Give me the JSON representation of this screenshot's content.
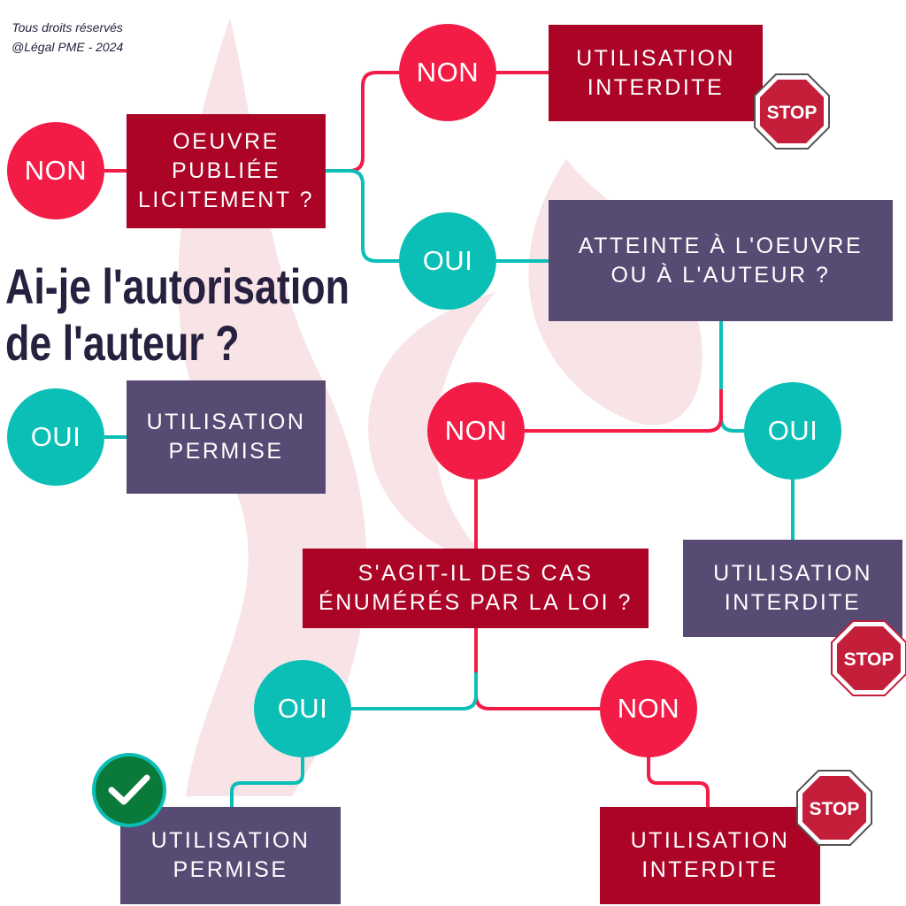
{
  "copyright": {
    "line1": "Tous droits réservés",
    "line2": "@Légal PME - 2024"
  },
  "title": {
    "line1": "Ai-je l'autorisation",
    "line2": "de l'auteur ?"
  },
  "nodes": {
    "non_start": "NON",
    "oui_start": "OUI",
    "q_published": "OEUVRE\nPUBLIÉE\nLICITEMENT ?",
    "non_published": "NON",
    "oui_published": "OUI",
    "forbidden_1": "UTILISATION\nINTERDITE",
    "q_harm": "ATTEINTE À L'OEUVRE\nOU À L'AUTEUR ?",
    "allowed_1": "UTILISATION\nPERMISE",
    "non_harm": "NON",
    "oui_harm": "OUI",
    "forbidden_2": "UTILISATION\nINTERDITE",
    "q_law": "S'AGIT-IL DES CAS\nÉNUMÉRÉS PAR LA LOI ?",
    "oui_law": "OUI",
    "non_law": "NON",
    "allowed_2": "UTILISATION\nPERMISE",
    "forbidden_3": "UTILISATION\nINTERDITE"
  },
  "stop_label": "STOP",
  "colors": {
    "dark_red": "#ab0427",
    "red": "#f31c47",
    "teal": "#0bbfb7",
    "purple": "#574b74",
    "navy": "#27213f",
    "green": "#0a7a3a"
  }
}
